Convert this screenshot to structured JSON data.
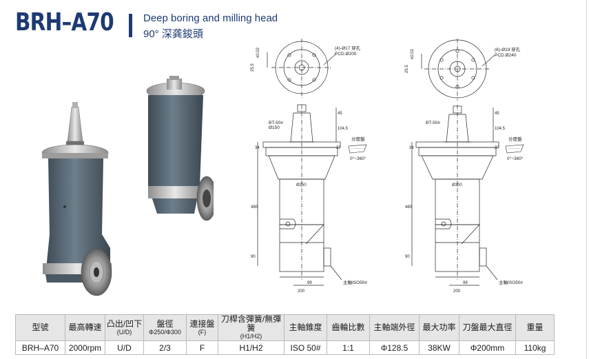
{
  "header": {
    "model": "BRH–A70",
    "subtitle_en": "Deep boring and milling head",
    "subtitle_zh": "90°  深龚鋑頭"
  },
  "drawing_left": {
    "hole_note_1": "(4)-Ø17 穿孔",
    "hole_note_2": "PCD.Ø200",
    "dim_vertical": "25.5",
    "tol": "±0.02",
    "bt_label": "BT-50#",
    "dia_label": "Ø150",
    "dia_neck": "Ø250",
    "dim_45": "45",
    "dim_104": "104.5",
    "dim_34": "34",
    "dim_37": "37",
    "dim_480": "480",
    "dim_90": "90",
    "dim_99": "99",
    "dim_200": "200",
    "indexing": "分度盤",
    "angle": "0°~360°",
    "spindle": "主軸ISO50#"
  },
  "drawing_right": {
    "hole_note_1": "(6)-Ø19 穿孔",
    "hole_note_2": "PCD.Ø240",
    "dim_vertical": "25.5",
    "tol": "±0.02",
    "bt_label": "BT-50#",
    "dia_neck": "Ø300",
    "dim_45": "45",
    "dim_104": "104.5",
    "dim_34": "34",
    "dim_37": "37",
    "dim_480": "480",
    "dim_90": "90",
    "dim_99": "99",
    "dim_200": "200",
    "indexing": "分度盤",
    "angle": "0°~360°",
    "spindle": "主軸ISO50#"
  },
  "table": {
    "headers": [
      {
        "main": "型號",
        "sub": ""
      },
      {
        "main": "最高轉速",
        "sub": ""
      },
      {
        "main": "凸出/凹下",
        "sub": "(U/D)"
      },
      {
        "main": "盤徑",
        "sub": "Φ250/Φ300"
      },
      {
        "main": "連接盤",
        "sub": "(F)"
      },
      {
        "main": "刀桿含彈簧/無彈簧",
        "sub": "(H1/H2)"
      },
      {
        "main": "主軸錐度",
        "sub": ""
      },
      {
        "main": "齒輪比數",
        "sub": ""
      },
      {
        "main": "主軸端外徑",
        "sub": ""
      },
      {
        "main": "最大功率",
        "sub": ""
      },
      {
        "main": "刀盤最大直徑",
        "sub": ""
      },
      {
        "main": "重量",
        "sub": ""
      }
    ],
    "rows": [
      [
        "BRH–A70",
        "2000rpm",
        "U/D",
        "2/3",
        "F",
        "H1/H2",
        "ISO 50#",
        "1:1",
        "Φ128.5",
        "38KW",
        "Φ200mm",
        "110kg"
      ]
    ]
  },
  "colors": {
    "brand": "#1d3a73",
    "body": "#51616e",
    "band": "#c4c4c4"
  }
}
